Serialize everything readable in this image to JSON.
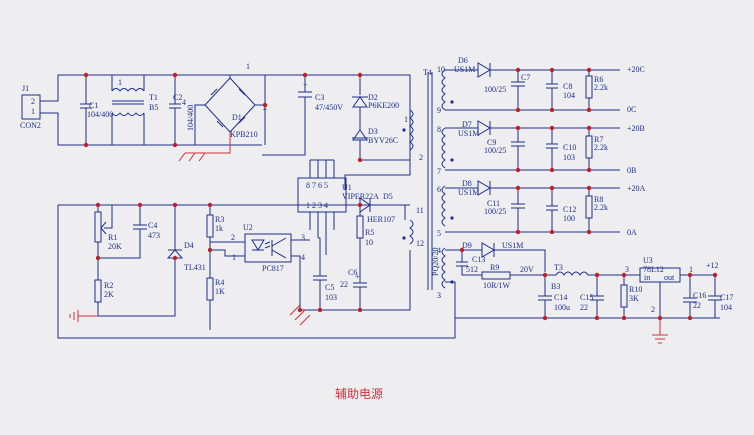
{
  "title": "辅助电源",
  "components": {
    "j1": {
      "ref": "J1",
      "value": "CON2",
      "pin1": "1",
      "pin2": "2"
    },
    "c1": {
      "ref": "C1",
      "value": "104/400"
    },
    "t1": {
      "ref": "T1",
      "value": "B5"
    },
    "c2": {
      "ref": "C2",
      "value": "104/400"
    },
    "d1": {
      "ref": "D1",
      "value": "KPB210"
    },
    "c3": {
      "ref": "C3",
      "value": "47/450V"
    },
    "d2": {
      "ref": "D2",
      "value": "P6KE200"
    },
    "d3": {
      "ref": "D3",
      "value": "BYV26C"
    },
    "t4": {
      "ref": "T4",
      "value": "PQ20/20"
    },
    "u1": {
      "ref": "U1",
      "value": "VIPER22A",
      "pins_top": "8 7 6 5",
      "pins_bot": "1 2 3 4"
    },
    "d5": {
      "ref": "D5",
      "value": "HER107"
    },
    "r5": {
      "ref": "R5",
      "value": "10"
    },
    "c5": {
      "ref": "C5",
      "value": "103"
    },
    "c6": {
      "ref": "C6",
      "value": "22"
    },
    "u2": {
      "ref": "U2",
      "value": "PC817"
    },
    "r1": {
      "ref": "R1",
      "value": "20K"
    },
    "c4": {
      "ref": "C4",
      "value": "473"
    },
    "d4": {
      "ref": "D4",
      "value": "TL431"
    },
    "r2": {
      "ref": "R2",
      "value": "2K"
    },
    "r3": {
      "ref": "R3",
      "value": "1k"
    },
    "r4": {
      "ref": "R4",
      "value": "1K"
    },
    "d6": {
      "ref": "D6",
      "value": "US1M"
    },
    "c7": {
      "ref": "C7",
      "value": "100/25"
    },
    "c8": {
      "ref": "C8",
      "value": "104"
    },
    "r6": {
      "ref": "R6",
      "value": "2.2k"
    },
    "d7": {
      "ref": "D7",
      "value": "US1M"
    },
    "c9": {
      "ref": "C9",
      "value": "100/25"
    },
    "c10": {
      "ref": "C10",
      "value": "103"
    },
    "r7": {
      "ref": "R7",
      "value": "2.2k"
    },
    "d8": {
      "ref": "D8",
      "value": "US1M"
    },
    "c11": {
      "ref": "C11",
      "value": "100/25"
    },
    "c12": {
      "ref": "C12",
      "value": "100"
    },
    "r8": {
      "ref": "R8",
      "value": "2.2k"
    },
    "d9": {
      "ref": "D9",
      "value": "US1M"
    },
    "c13": {
      "ref": "C13",
      "value": "512"
    },
    "r9": {
      "ref": "R9",
      "value": "10R/1W"
    },
    "t3": {
      "ref": "T3",
      "value": ""
    },
    "b3": {
      "ref": "B3",
      "value": ""
    },
    "c14": {
      "ref": "C14",
      "value": "100u"
    },
    "c15": {
      "ref": "C15",
      "value": "22"
    },
    "r10": {
      "ref": "R10",
      "value": "3K"
    },
    "u3": {
      "ref": "U3",
      "value": "78L12",
      "pin_in": "in",
      "pin_out": "out",
      "pin_gnd": "2"
    },
    "c16": {
      "ref": "C16",
      "value": "22"
    },
    "c17": {
      "ref": "C17",
      "value": "104"
    }
  },
  "outputs": {
    "p20c": "+20C",
    "oc": "0C",
    "p20b": "+20B",
    "ob": "0B",
    "p20a": "+20A",
    "oa": "0A",
    "p12": "+12"
  },
  "nets": {
    "v20": "20V"
  },
  "pin_numbers": {
    "t4_10": "10",
    "t4_9": "9",
    "t4_8": "8",
    "t4_7": "7",
    "t4_6": "6",
    "t4_5": "5",
    "t4_4": "4",
    "t4_3": "3",
    "t4_1": "1",
    "t4_2": "2",
    "t4_11": "11",
    "t4_12": "12",
    "t1_1": "1",
    "t1_4": "4",
    "d1_2": "2",
    "d1_1": "1",
    "u2_1": "1",
    "u2_2": "2",
    "u2_3": "3",
    "u2_4": "4",
    "n3": "3",
    "n1": "1"
  },
  "colors": {
    "wire": "#1e2f8f",
    "node": "#c0202a",
    "label": "#1e2f8f",
    "title": "#d0303a",
    "background": "#eeeef0"
  }
}
